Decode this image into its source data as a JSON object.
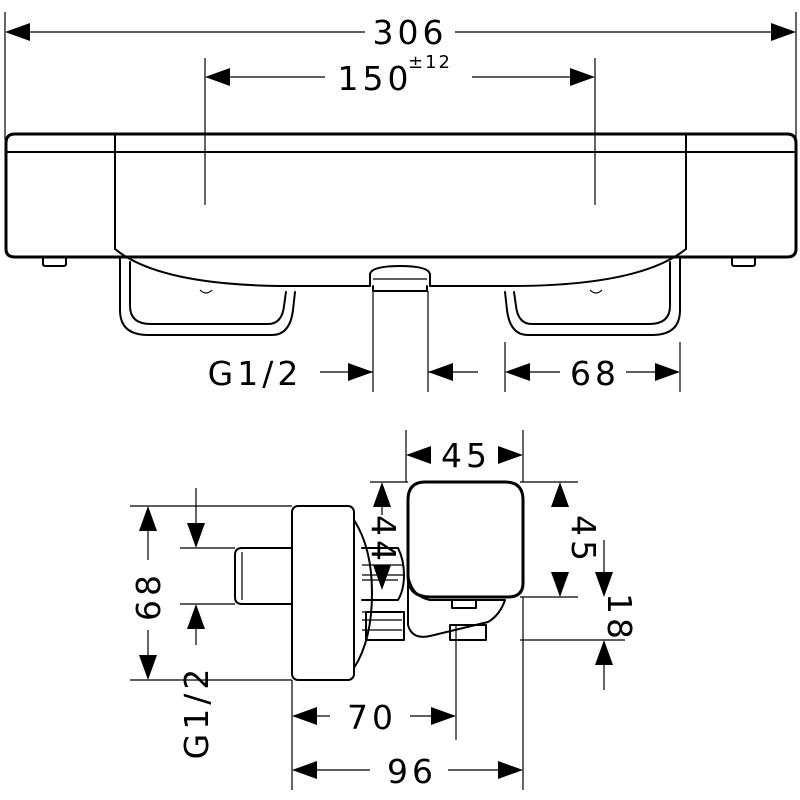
{
  "top_view": {
    "overall_width": "306",
    "inlet_spacing": "150",
    "inlet_spacing_tolerance": "±12",
    "inlet_thread": "G1/2",
    "handle_width": "68"
  },
  "side_view": {
    "body_depth": "45",
    "body_height": "45",
    "offset_upper": "44",
    "spout_height": "18",
    "inlet_height": "68",
    "inlet_thread": "G1/2",
    "depth_to_spout": "70",
    "total_depth": "96"
  },
  "colors": {
    "line": "#000000",
    "background": "#ffffff"
  }
}
